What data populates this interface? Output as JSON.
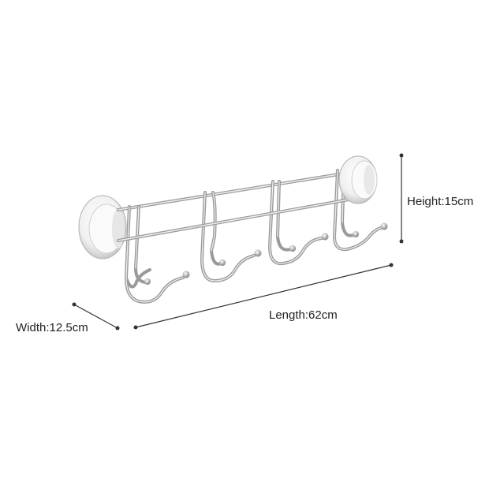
{
  "dimensions": {
    "height_label": "Height:15cm",
    "length_label": "Length:62cm",
    "width_label": "Width:12.5cm"
  },
  "product": {
    "hook_count": 4,
    "colors": {
      "chrome": "#b5b5b5",
      "chrome_highlight": "#efefef",
      "suction_cup": "#f2f2f2",
      "dimension_line": "#333333"
    }
  }
}
